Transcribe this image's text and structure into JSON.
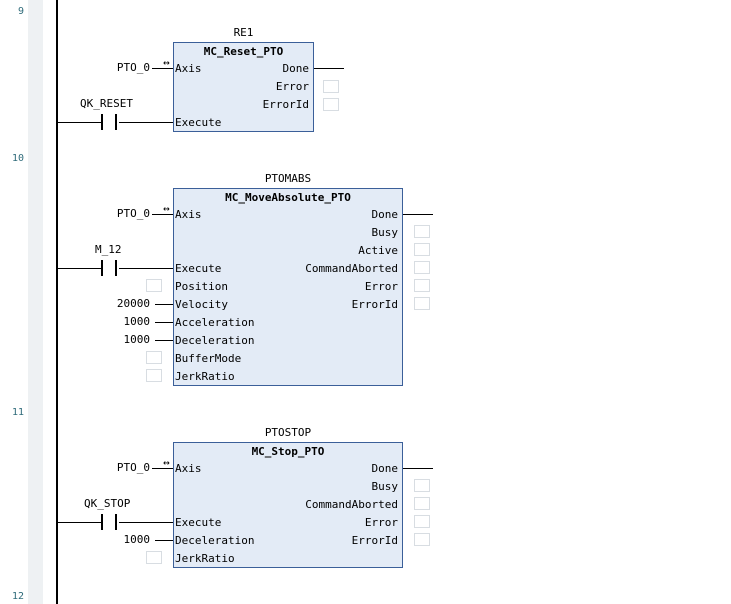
{
  "rungs": [
    {
      "number": "9"
    },
    {
      "number": "10"
    },
    {
      "number": "11"
    },
    {
      "number": "12"
    }
  ],
  "blocks": {
    "reset": {
      "instance": "RE1",
      "type": "MC_Reset_PTO",
      "axis_var": "PTO_0",
      "contact_var": "QK_RESET",
      "inputs": [
        "Axis",
        "Execute"
      ],
      "outputs": [
        "Done",
        "Error",
        "ErrorId"
      ]
    },
    "move": {
      "instance": "PTOMABS",
      "type": "MC_MoveAbsolute_PTO",
      "axis_var": "PTO_0",
      "contact_var": "M_12",
      "inputs": [
        "Axis",
        "Execute",
        "Position",
        "Velocity",
        "Acceleration",
        "Deceleration",
        "BufferMode",
        "JerkRatio"
      ],
      "input_values": {
        "Velocity": "20000",
        "Acceleration": "1000",
        "Deceleration": "1000"
      },
      "outputs": [
        "Done",
        "Busy",
        "Active",
        "CommandAborted",
        "Error",
        "ErrorId"
      ]
    },
    "stop": {
      "instance": "PTOSTOP",
      "type": "MC_Stop_PTO",
      "axis_var": "PTO_0",
      "contact_var": "QK_STOP",
      "inputs": [
        "Axis",
        "Execute",
        "Deceleration",
        "JerkRatio"
      ],
      "input_values": {
        "Deceleration": "1000"
      },
      "outputs": [
        "Done",
        "Busy",
        "CommandAborted",
        "Error",
        "ErrorId"
      ]
    }
  }
}
